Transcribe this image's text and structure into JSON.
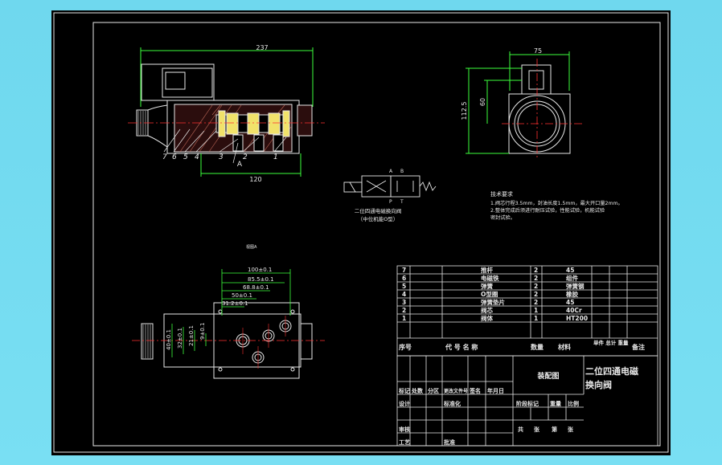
{
  "drawing": {
    "dim_width_top": "237",
    "dim_width_body": "120",
    "label_A_section": "A",
    "parts_callouts": [
      "7",
      "6",
      "5",
      "4",
      "3",
      "2",
      "1"
    ],
    "side_width": "75",
    "side_height_total": "112.5",
    "side_height_port": "60",
    "symbol_port_A": "A",
    "symbol_port_B": "B",
    "symbol_port_P": "P",
    "symbol_port_T": "T",
    "symbol_caption_line1": "二位四通电磁换向阀",
    "symbol_caption_line2": "（中位机能O型）",
    "view_label": "视图A",
    "dims_bottom": [
      "100±0.1",
      "85.5±0.1",
      "68.8±0.1",
      "50±0.1",
      "31.2±0.1"
    ],
    "dims_vertical": [
      "40±0.1",
      "32±0.1",
      "21±0.1",
      "9±0.1"
    ]
  },
  "tech_requirements": {
    "title": "技术要求",
    "line1": "1.阀芯行程3.5mm，封油长度1.5mm，最大开口量2mm。",
    "line2": "2.整体完成后须进行耐压试验，性能试验，机能试验",
    "line3": "密封试验。"
  },
  "bom": {
    "rows": [
      {
        "no": "7",
        "name": "推杆",
        "qty": "2",
        "material": "45"
      },
      {
        "no": "6",
        "name": "电磁铁",
        "qty": "2",
        "material": "组件"
      },
      {
        "no": "5",
        "name": "弹簧",
        "qty": "2",
        "material": "弹簧钢"
      },
      {
        "no": "4",
        "name": "O型圈",
        "qty": "2",
        "material": "橡胶"
      },
      {
        "no": "3",
        "name": "弹簧垫片",
        "qty": "2",
        "material": "45"
      },
      {
        "no": "2",
        "name": "阀芯",
        "qty": "1",
        "material": "40Cr"
      },
      {
        "no": "1",
        "name": "阀体",
        "qty": "1",
        "material": "HT200"
      }
    ],
    "header": {
      "no": "序号",
      "name": "代 号   名 称",
      "qty": "数量",
      "material": "材料",
      "weight": "单件 总计 重量",
      "remark": "备注"
    }
  },
  "title_block": {
    "drawing_type": "装配图",
    "title_line1": "二位四通电磁",
    "title_line2": "换向阀",
    "row_labels": [
      "标记",
      "设计",
      "审核",
      "工艺"
    ],
    "row_fields": [
      "处数",
      "分区",
      "更改文件号",
      "签名",
      "年月日"
    ],
    "row_std": [
      "标准化",
      "批准"
    ],
    "stage_labels": [
      "阶段标记",
      "重量",
      "比例"
    ],
    "sheet": [
      "共",
      "张",
      "第",
      "张"
    ]
  }
}
